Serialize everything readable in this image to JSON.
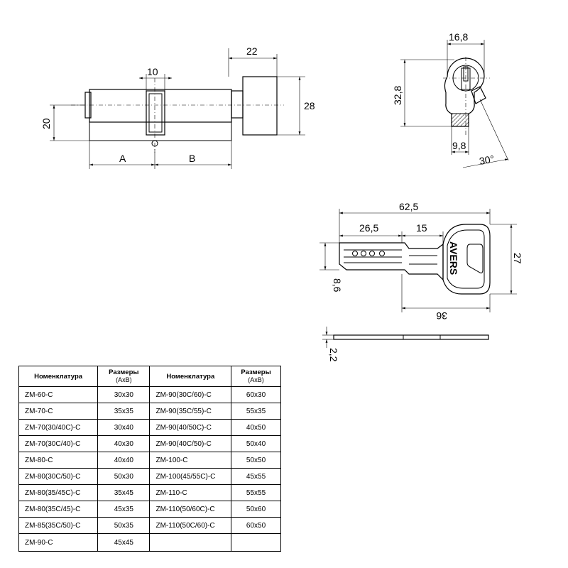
{
  "cylinder_front": {
    "dim_width_small": "10",
    "dim_knob_width": "22",
    "dim_knob_height": "28",
    "dim_body_height": "20",
    "label_a": "A",
    "label_b": "B"
  },
  "cylinder_profile": {
    "dim_width": "16,8",
    "dim_height": "32,8",
    "dim_bottom": "9,8",
    "dim_angle": "30°"
  },
  "key": {
    "dim_total_length": "62,5",
    "dim_blade_length": "26,5",
    "dim_shoulder": "15",
    "dim_head_height": "27",
    "dim_blade_height": "8,6",
    "dim_head_length": "36",
    "dim_thickness": "2,2",
    "brand": "AVERS"
  },
  "table": {
    "headers": {
      "name": "Номенклатура",
      "size": "Размеры",
      "size_sub": "(AxB)"
    },
    "left": [
      {
        "name": "ZM-60-C",
        "size": "30x30"
      },
      {
        "name": "ZM-70-C",
        "size": "35x35"
      },
      {
        "name": "ZM-70(30/40C)-C",
        "size": "30x40"
      },
      {
        "name": "ZM-70(30C/40)-C",
        "size": "40x30"
      },
      {
        "name": "ZM-80-C",
        "size": "40x40"
      },
      {
        "name": "ZM-80(30C/50)-C",
        "size": "50x30"
      },
      {
        "name": "ZM-80(35/45C)-C",
        "size": "35x45"
      },
      {
        "name": "ZM-80(35C/45)-C",
        "size": "45x35"
      },
      {
        "name": "ZM-85(35C/50)-C",
        "size": "50x35"
      },
      {
        "name": "ZM-90-C",
        "size": "45x45"
      }
    ],
    "right": [
      {
        "name": "ZM-90(30C/60)-C",
        "size": "60x30"
      },
      {
        "name": "ZM-90(35C/55)-C",
        "size": "55x35"
      },
      {
        "name": "ZM-90(40/50C)-C",
        "size": "40x50"
      },
      {
        "name": "ZM-90(40C/50)-C",
        "size": "50x40"
      },
      {
        "name": "ZM-100-C",
        "size": "50x50"
      },
      {
        "name": "ZM-100(45/55C)-C",
        "size": "45x55"
      },
      {
        "name": "ZM-110-C",
        "size": "55x55"
      },
      {
        "name": "ZM-110(50/60C)-C",
        "size": "50x60"
      },
      {
        "name": "ZM-110(50C/60)-C",
        "size": "60x50"
      },
      {
        "name": "",
        "size": ""
      }
    ]
  }
}
